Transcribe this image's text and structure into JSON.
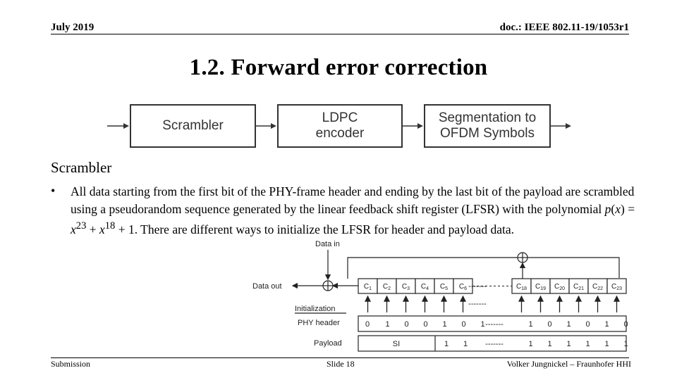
{
  "header": {
    "date": "July 2019",
    "doc_id": "doc.: IEEE 802.11-19/1053r1"
  },
  "title": "1.2. Forward error correction",
  "flow": {
    "blocks": [
      {
        "label": "Scrambler"
      },
      {
        "label": "LDPC\nencoder"
      },
      {
        "label": "Segmentation to\nOFDM Symbols"
      }
    ]
  },
  "section_heading": "Scrambler",
  "bullet": {
    "mark": "•",
    "text_a": "All data starting from the first bit of the PHY-frame header and ending by the last bit of the payload are scrambled using a pseudorandom sequence generated by the linear feedback shift register (LFSR) with the polynomial ",
    "poly_p": "p",
    "poly_x": "x",
    "poly_eq": " = ",
    "exp_23": "23",
    "poly_plus1": " + ",
    "exp_18": "18",
    "poly_tail": " + 1",
    "text_b": ". There are different ways to initialize the LFSR for header and payload data."
  },
  "lfsr": {
    "data_in": "Data in",
    "data_out": "Data out",
    "cells_left": [
      "C1",
      "C2",
      "C3",
      "C4",
      "C5",
      "C6"
    ],
    "cells_right": [
      "C18",
      "C19",
      "C20",
      "C21",
      "C22",
      "C23"
    ],
    "dashes": "-------",
    "init_label": "Initialization",
    "phy_label": "PHY header",
    "phy_left": [
      "0",
      "1",
      "0",
      "0",
      "1",
      "0",
      "1"
    ],
    "phy_right": [
      "1",
      "0",
      "1",
      "0",
      "1",
      "0"
    ],
    "payload_label": "Payload",
    "payload_si": "SI",
    "payload_left": [
      "1",
      "1"
    ],
    "payload_right": [
      "1",
      "1",
      "1",
      "1",
      "1",
      "1"
    ]
  },
  "footer": {
    "left": "Submission",
    "center": "Slide 18",
    "right": "Volker Jungnickel – Fraunhofer HHI"
  }
}
